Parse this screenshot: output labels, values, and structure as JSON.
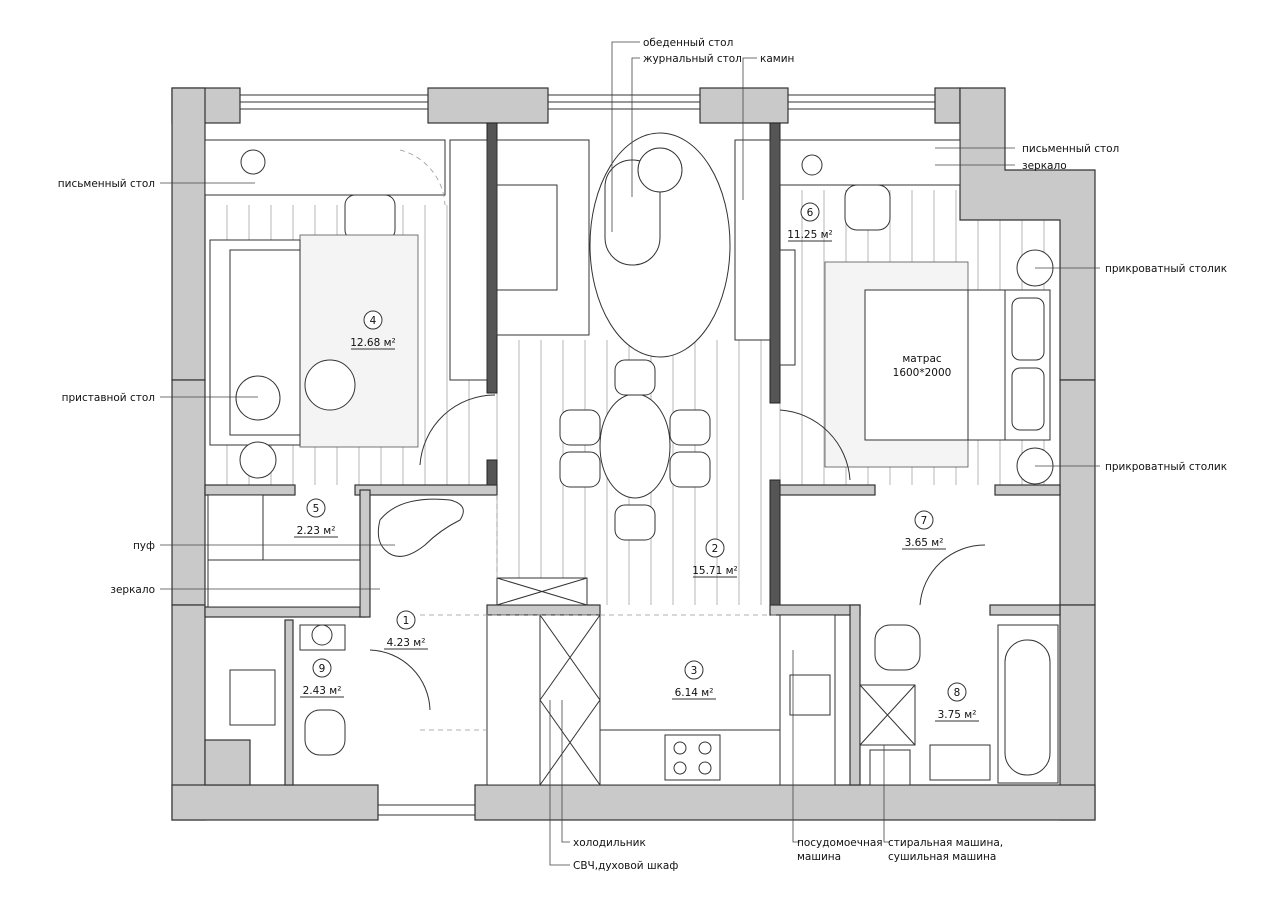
{
  "rooms": [
    {
      "num": "1",
      "area": "4.23 м²"
    },
    {
      "num": "2",
      "area": "15.71 м²"
    },
    {
      "num": "3",
      "area": "6.14 м²"
    },
    {
      "num": "4",
      "area": "12.68 м²"
    },
    {
      "num": "5",
      "area": "2.23 м²"
    },
    {
      "num": "6",
      "area": "11.25 м²"
    },
    {
      "num": "7",
      "area": "3.65 м²"
    },
    {
      "num": "8",
      "area": "3.75 м²"
    },
    {
      "num": "9",
      "area": "2.43 м²"
    }
  ],
  "bed": {
    "label": "матрас",
    "size": "1600*2000"
  },
  "labels": {
    "top": [
      "обеденный стол",
      "журнальный стол",
      "камин"
    ],
    "left": [
      "письменный стол",
      "приставной стол",
      "пуф",
      "зеркало"
    ],
    "right": [
      "письменный стол",
      "зеркало",
      "прикроватный столик",
      "прикроватный столик"
    ],
    "bottom": [
      "холодильник",
      "СВЧ,духовой шкаф",
      "посудомоечная",
      "машина",
      "стиральная машина,",
      "сушильная машина"
    ]
  }
}
